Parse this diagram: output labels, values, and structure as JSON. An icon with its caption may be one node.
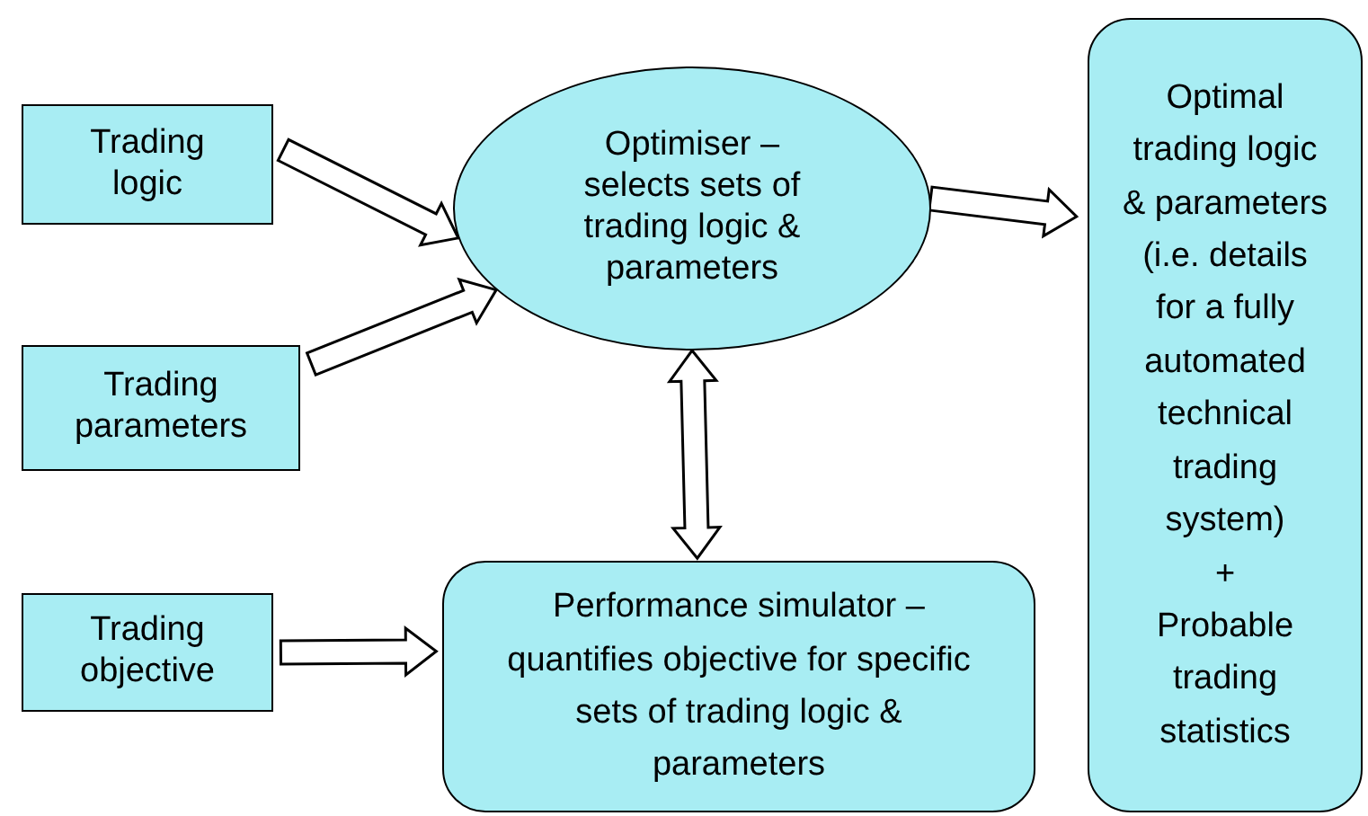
{
  "diagram": {
    "nodes": [
      {
        "text": [
          "Trading logic"
        ]
      },
      {
        "text": [
          "Trading parameters"
        ]
      },
      {
        "text": [
          "Trading objective"
        ]
      },
      {
        "text": [
          "Optimiser – selects sets of trading logic & parameters"
        ]
      },
      {
        "text": [
          "Performance simulator – quantifies objective for specific sets of trading logic & parameters"
        ]
      },
      {
        "text": [
          "Optimal trading logic & parameters (i.e. details for a fully automated technical trading system)",
          "+",
          "Probable trading statistics"
        ]
      }
    ],
    "edges": [
      {
        "from": 0,
        "to": 3,
        "arrow": "to"
      },
      {
        "from": 1,
        "to": 3,
        "arrow": "to"
      },
      {
        "from": 2,
        "to": 4,
        "arrow": "to"
      },
      {
        "from": 3,
        "to": 4,
        "arrow": "both"
      },
      {
        "from": 3,
        "to": 5,
        "arrow": "to"
      }
    ]
  }
}
